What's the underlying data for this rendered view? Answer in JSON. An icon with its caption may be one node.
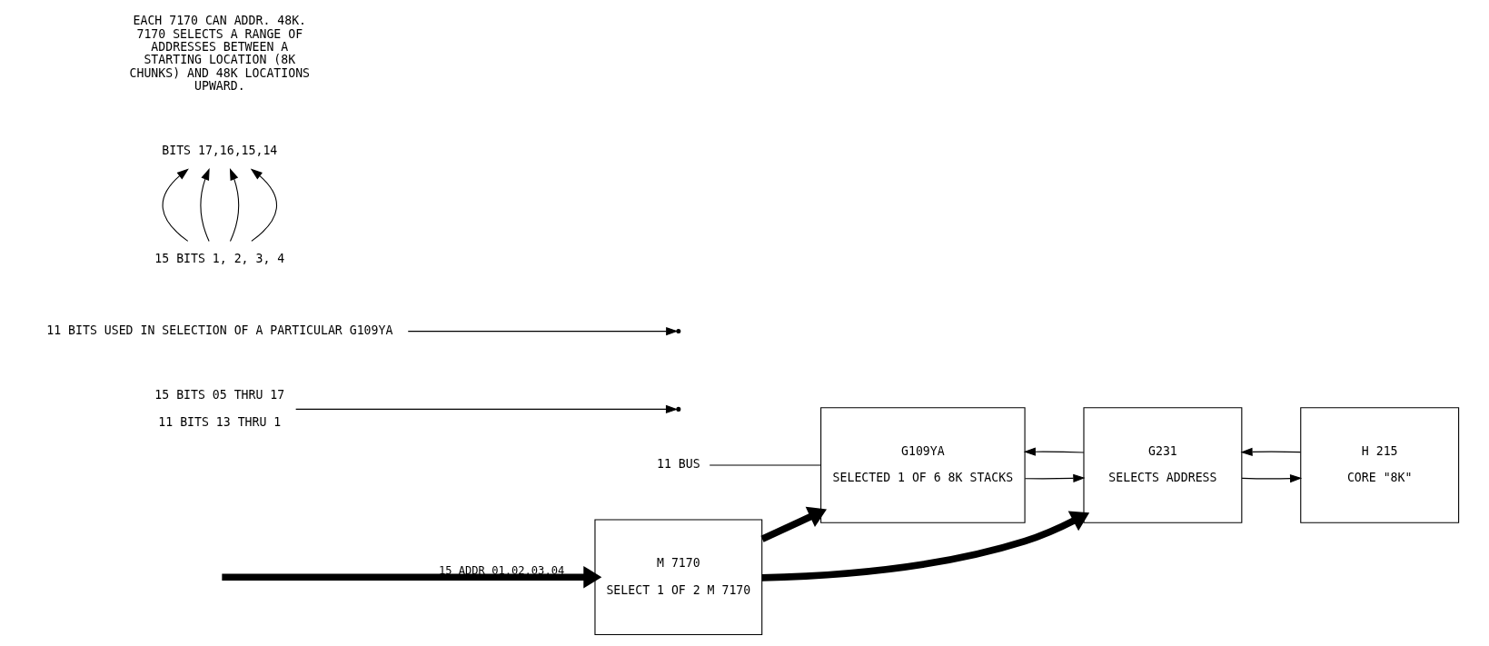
{
  "diagram": {
    "nodes": [
      {
        "text": [
          "M 7170",
          "SELECT 1 OF 2 M 7170"
        ]
      },
      {
        "text": [
          "G109YA",
          "SELECTED 1 OF 6 8K STACKS"
        ]
      },
      {
        "text": [
          "G231",
          "SELECTS ADDRESS"
        ]
      },
      {
        "text": [
          "H 215",
          "CORE \"8K\""
        ]
      },
      {
        "text": [
          "15 BITS 05 THRU 17",
          "11 BITS 13 THRU 1"
        ]
      },
      {
        "text": [
          "11 BUS"
        ]
      },
      {
        "text": [
          "11 BITS USED IN SELECTION OF A PARTICULAR G109YA"
        ]
      },
      {
        "text": [
          "BITS 17,16,15,14"
        ]
      },
      {
        "text": [
          "15 BITS 1, 2, 3, 4"
        ]
      }
    ],
    "edges": [
      {
        "from": null,
        "to": 0,
        "arrow": "to",
        "label": "15 ADDR 01,02,03,04",
        "style": "thick"
      },
      {
        "from": 0,
        "to": 1,
        "arrow": "to",
        "style": "thick"
      },
      {
        "from": 0,
        "to": 2,
        "arrow": "to",
        "style": "thick"
      },
      {
        "from": 1,
        "to": 2,
        "arrow": "to"
      },
      {
        "from": 2,
        "to": 1,
        "arrow": "to"
      },
      {
        "from": 2,
        "to": 3,
        "arrow": "to"
      },
      {
        "from": 3,
        "to": 2,
        "arrow": "to"
      },
      {
        "from": 4,
        "to": null,
        "arrow": "to"
      },
      {
        "from": 6,
        "to": null,
        "arrow": "to"
      },
      {
        "from": 5,
        "to": 1,
        "arrow": "none"
      },
      {
        "from": 8,
        "to": 7,
        "arrow": "to"
      },
      {
        "from": 8,
        "to": 7,
        "arrow": "to"
      },
      {
        "from": 8,
        "to": 7,
        "arrow": "to"
      },
      {
        "from": 8,
        "to": 7,
        "arrow": "to"
      }
    ],
    "labels": [
      "EACH 7170 CAN ADDR. 48K. 7170 SELECTS A RANGE OF ADDRESSES BETWEEN A STARTING LOCATION (8K CHUNKS) AND 48K LOCATIONS UPWARD."
    ]
  }
}
